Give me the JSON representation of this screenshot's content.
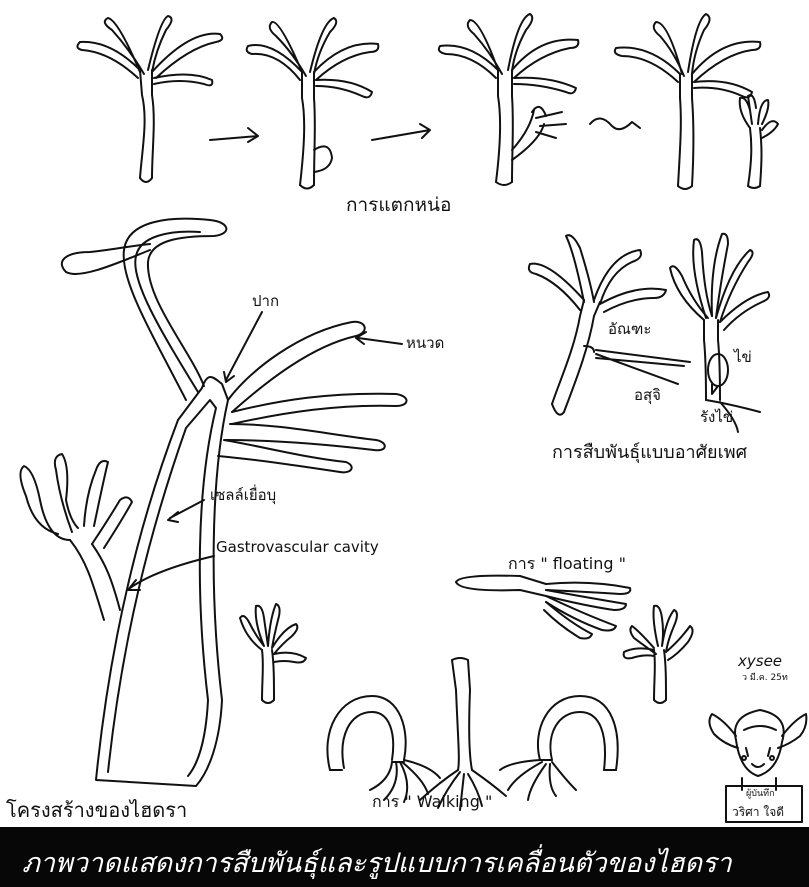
{
  "budding": {
    "label": "การแตกหน่อ"
  },
  "sexual": {
    "label": "การสืบพันธุ์แบบอาศัยเพศ",
    "testis_label": "อัณฑะ",
    "sperm_label": "อสุจิ",
    "egg_label": "ไข่",
    "ovary_label": "รังไข่"
  },
  "structure": {
    "title": "โครงสร้างของไฮดรา",
    "mouth_label": "ปาก",
    "tentacle_label": "หนวด",
    "tissue_label": "เซลล์เยื่อบุ",
    "cavity_label": "Gastrovascular cavity"
  },
  "movement": {
    "floating_label": "การ \" floating \"",
    "walking_label": "การ \" Walking \""
  },
  "signature": {
    "name": "xysee",
    "date": "ว มี.ค. 25ท",
    "author_caption": "ผู้บันทึก",
    "author_name": "วริศา ใจดี"
  },
  "caption": "ภาพวาดแสดงการสืบพันธุ์และรูปแบบการเคลื่อนตัวของไฮดรา"
}
